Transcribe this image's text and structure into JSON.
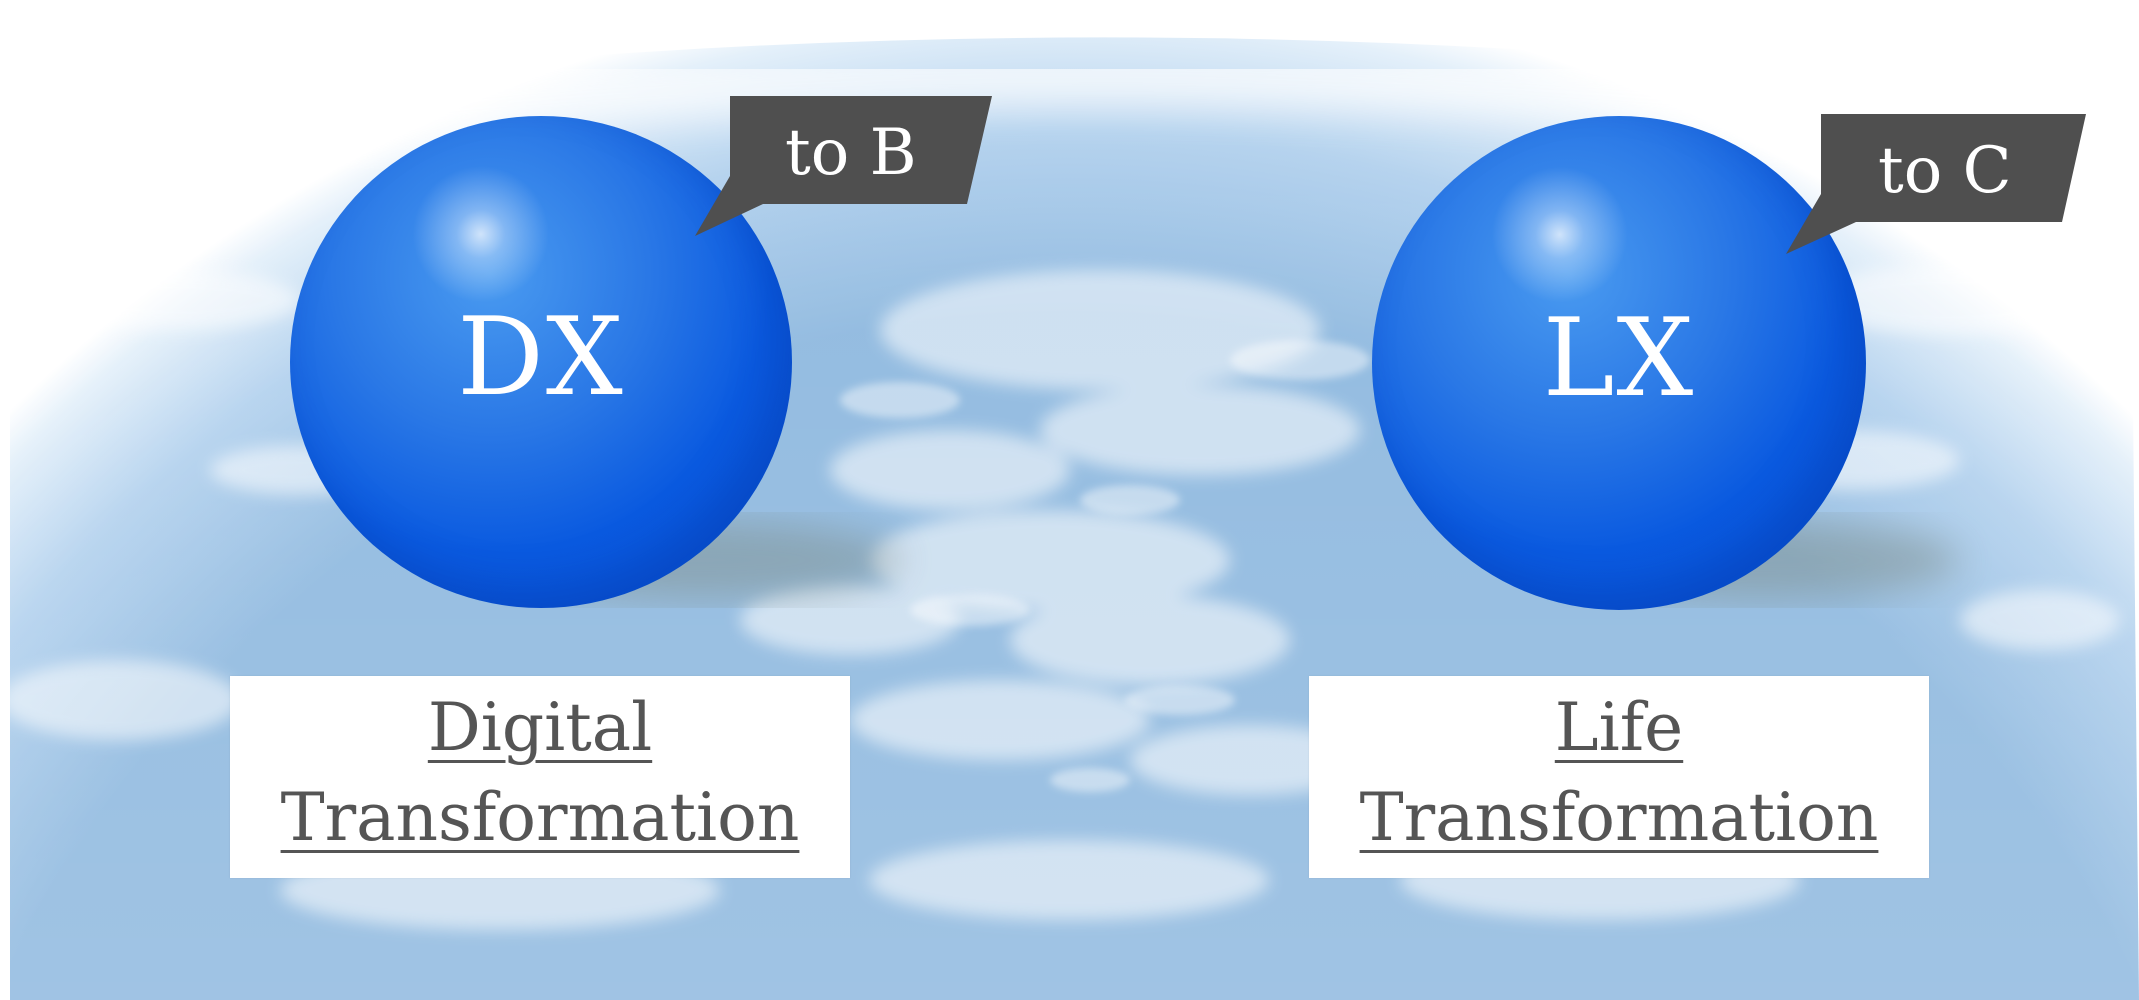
{
  "colors": {
    "sphere_blue": "#0a5ae0",
    "callout_gray": "#4f4f4f",
    "caption_text": "#555555",
    "sky_blue": "#a9cbe8"
  },
  "left": {
    "sphere_label": "DX",
    "callout": "to B",
    "caption_line1": "Digital",
    "caption_line2": "Transformation"
  },
  "right": {
    "sphere_label": "LX",
    "callout": "to C",
    "caption_line1": "Life",
    "caption_line2": "Transformation"
  }
}
